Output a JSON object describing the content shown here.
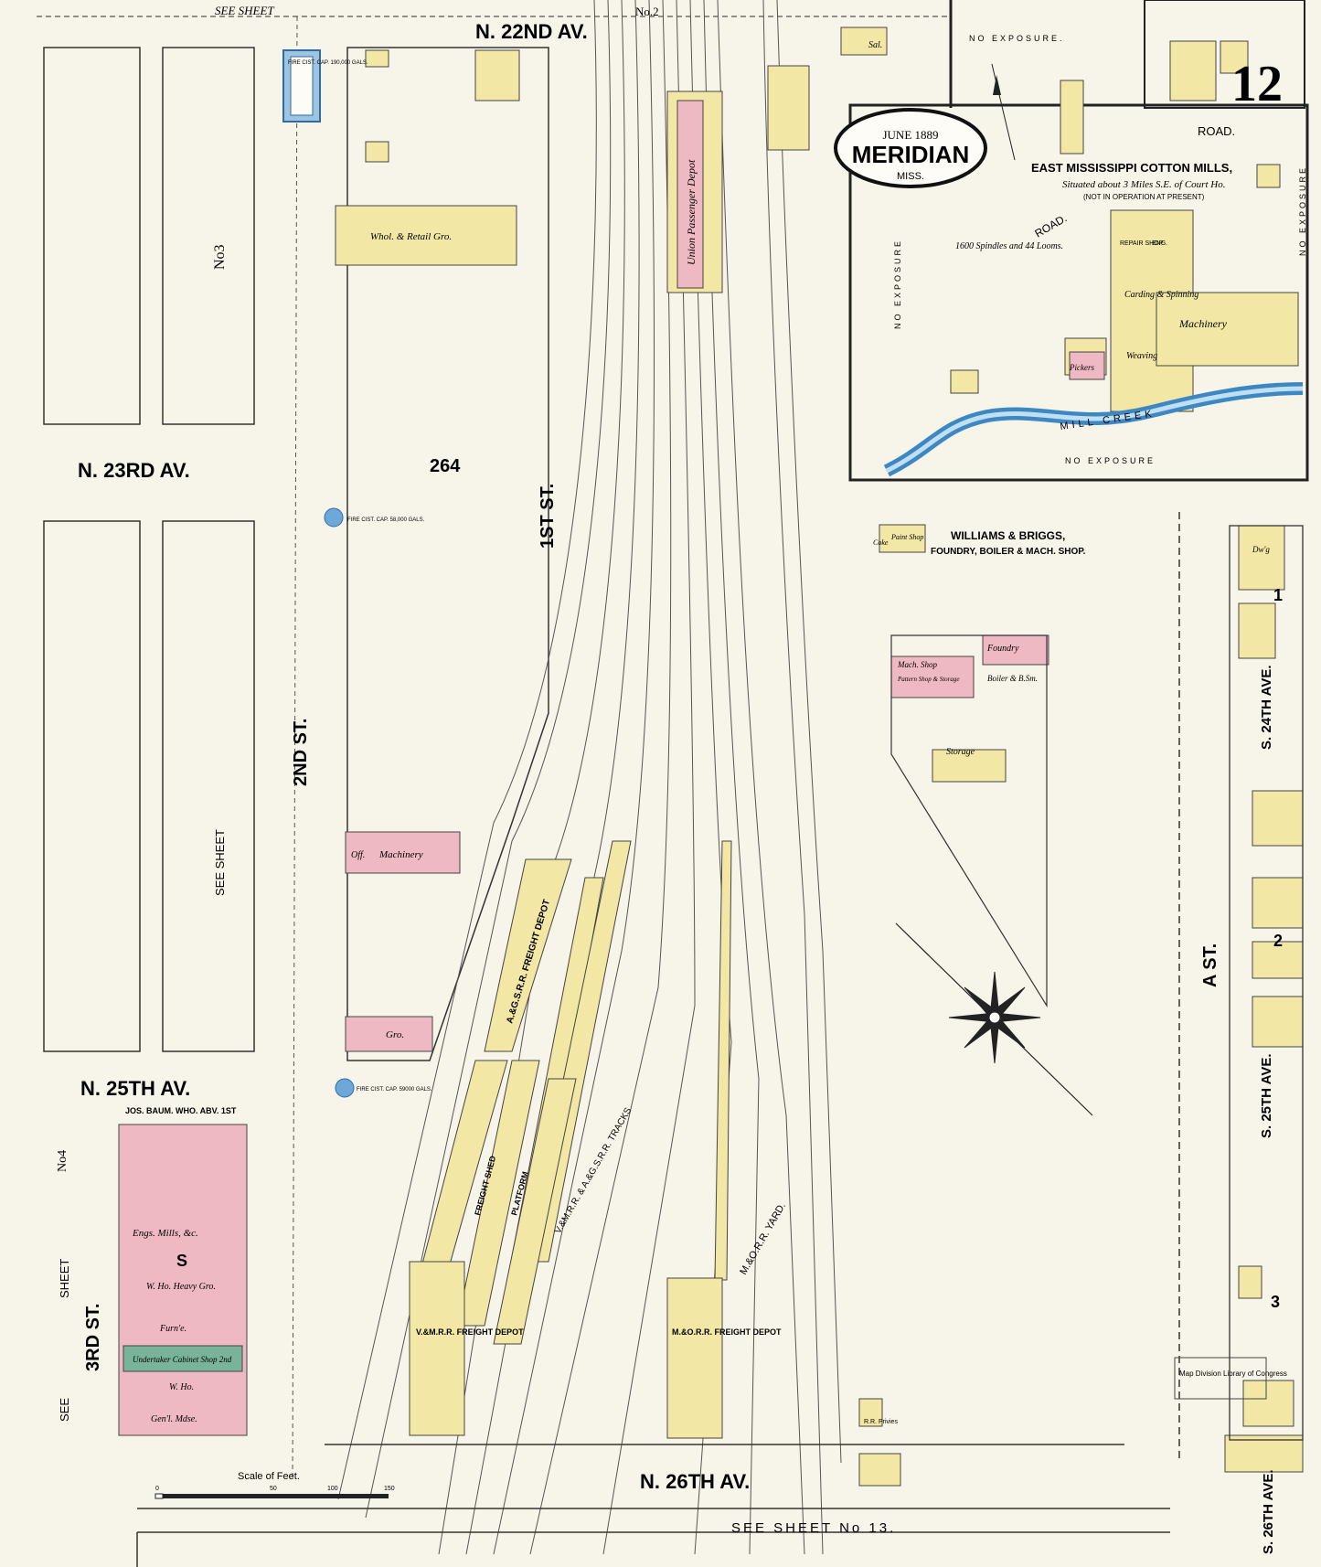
{
  "sheet_number": "12",
  "title": {
    "date": "JUNE 1889",
    "city": "MERIDIAN",
    "state": "MISS."
  },
  "streets": {
    "n22_av": "N. 22ND AV.",
    "n23_av": "N. 23RD AV.",
    "n25_av": "N. 25TH AV.",
    "n26_av": "N. 26TH AV.",
    "second_st": "2ND ST.",
    "first_st": "1ST ST.",
    "third_st": "3RD ST.",
    "a_st": "A ST.",
    "s24_av": "S. 24TH AVE.",
    "s25_av": "S. 25TH AVE.",
    "s26_av": "S. 26TH AVE.",
    "road": "ROAD.",
    "road2": "ROAD."
  },
  "references": {
    "see_sheet_top": "SEE SHEET",
    "no2": "No.2",
    "no3": "No3",
    "no4": "No4",
    "see_sheet_left": "SEE SHEET",
    "see_sheet_bottom": "SEE SHEET No 13.",
    "see_left2": "SEE",
    "sheet_left2": "SHEET"
  },
  "block": "264",
  "fire_cistern": "FIRE CIST. CAP. 190,000 GALS.",
  "fire_cist2": "FIRE CIST. CAP. 58,000 GALS.",
  "fire_cist3": "FIRE CIST. CAP. 59000 GALS.",
  "mills": {
    "name": "EAST MISSISSIPPI COTTON MILLS,",
    "situated": "Situated about 3 Miles S.E. of Court Ho.",
    "status": "(NOT IN OPERATION AT PRESENT)",
    "spindles": "1600 Spindles and 44 Looms.",
    "no_exposure_top": "NO EXPOSURE.",
    "no_exposure_bottom": "NO EXPOSURE",
    "no_exposure_left": "NO EXPOSURE",
    "no_exposure_right": "NO EXPOSURE",
    "mill_creek": "MILL CREEK",
    "carding": "Carding & Spinning",
    "weaving": "Weaving",
    "pickers": "Pickers",
    "machinery": "Machinery",
    "repair": "REPAIR SHOP",
    "eng": "ENG."
  },
  "williams_briggs": {
    "name": "WILLIAMS & BRIGGS,",
    "desc": "FOUNDRY, BOILER & MACH. SHOP.",
    "foundry": "Foundry",
    "boiler": "Boiler & B.Sm.",
    "mach_shop": "Mach. Shop",
    "pattern": "Pattern Shop & Storage",
    "storage": "Storage",
    "paint": "Paint Shop",
    "coke": "Coke"
  },
  "buildings": {
    "union_depot": "Union Passenger Depot",
    "whol_retail": "Whol. & Retail Gro.",
    "machinery_off": "Machinery",
    "off": "Off.",
    "gro": "Gro.",
    "sal": "Sal.",
    "ags_freight": "A.&G.S.R.R. FREIGHT DEPOT",
    "vm_freight": "V.&M.R.R. FREIGHT DEPOT",
    "mo_freight": "M.&O.R.R. FREIGHT DEPOT",
    "freight_shed": "FREIGHT SHED",
    "platform": "PLATFORM",
    "tracks": "V.&M.R.R. & A.&G.S.R.R. TRACKS",
    "mo_yard": "M.&O.R.R. YARD.",
    "baum": "JOS. BAUM. WHO. ABV. 1ST",
    "engs_mills": "Engs. Mills, &c.",
    "who_heavy": "W. Ho. Heavy Gro.",
    "furn": "Furn'e.",
    "undertaker": "Undertaker Cabinet Shop 2nd",
    "w_ho": "W. Ho.",
    "genl_mdse": "Gen'l. Mdse.",
    "dwg": "Dw'g",
    "rr_privies": "R.R. Privies"
  },
  "blocks": {
    "b1": "1",
    "b2": "2",
    "b3": "3",
    "s": "S"
  },
  "scale": {
    "label": "Scale of Feet.",
    "ticks": [
      "0",
      "50",
      "100",
      "150"
    ]
  },
  "stamp": "Map Division Library of Congress",
  "colors": {
    "paper": "#f7f4ea",
    "frame_wood": "#f2e7a4",
    "brick": "#eeb9c3",
    "stone": "#9ec4e0",
    "creek": "#3d87c2",
    "stone_green": "#79b49a"
  }
}
